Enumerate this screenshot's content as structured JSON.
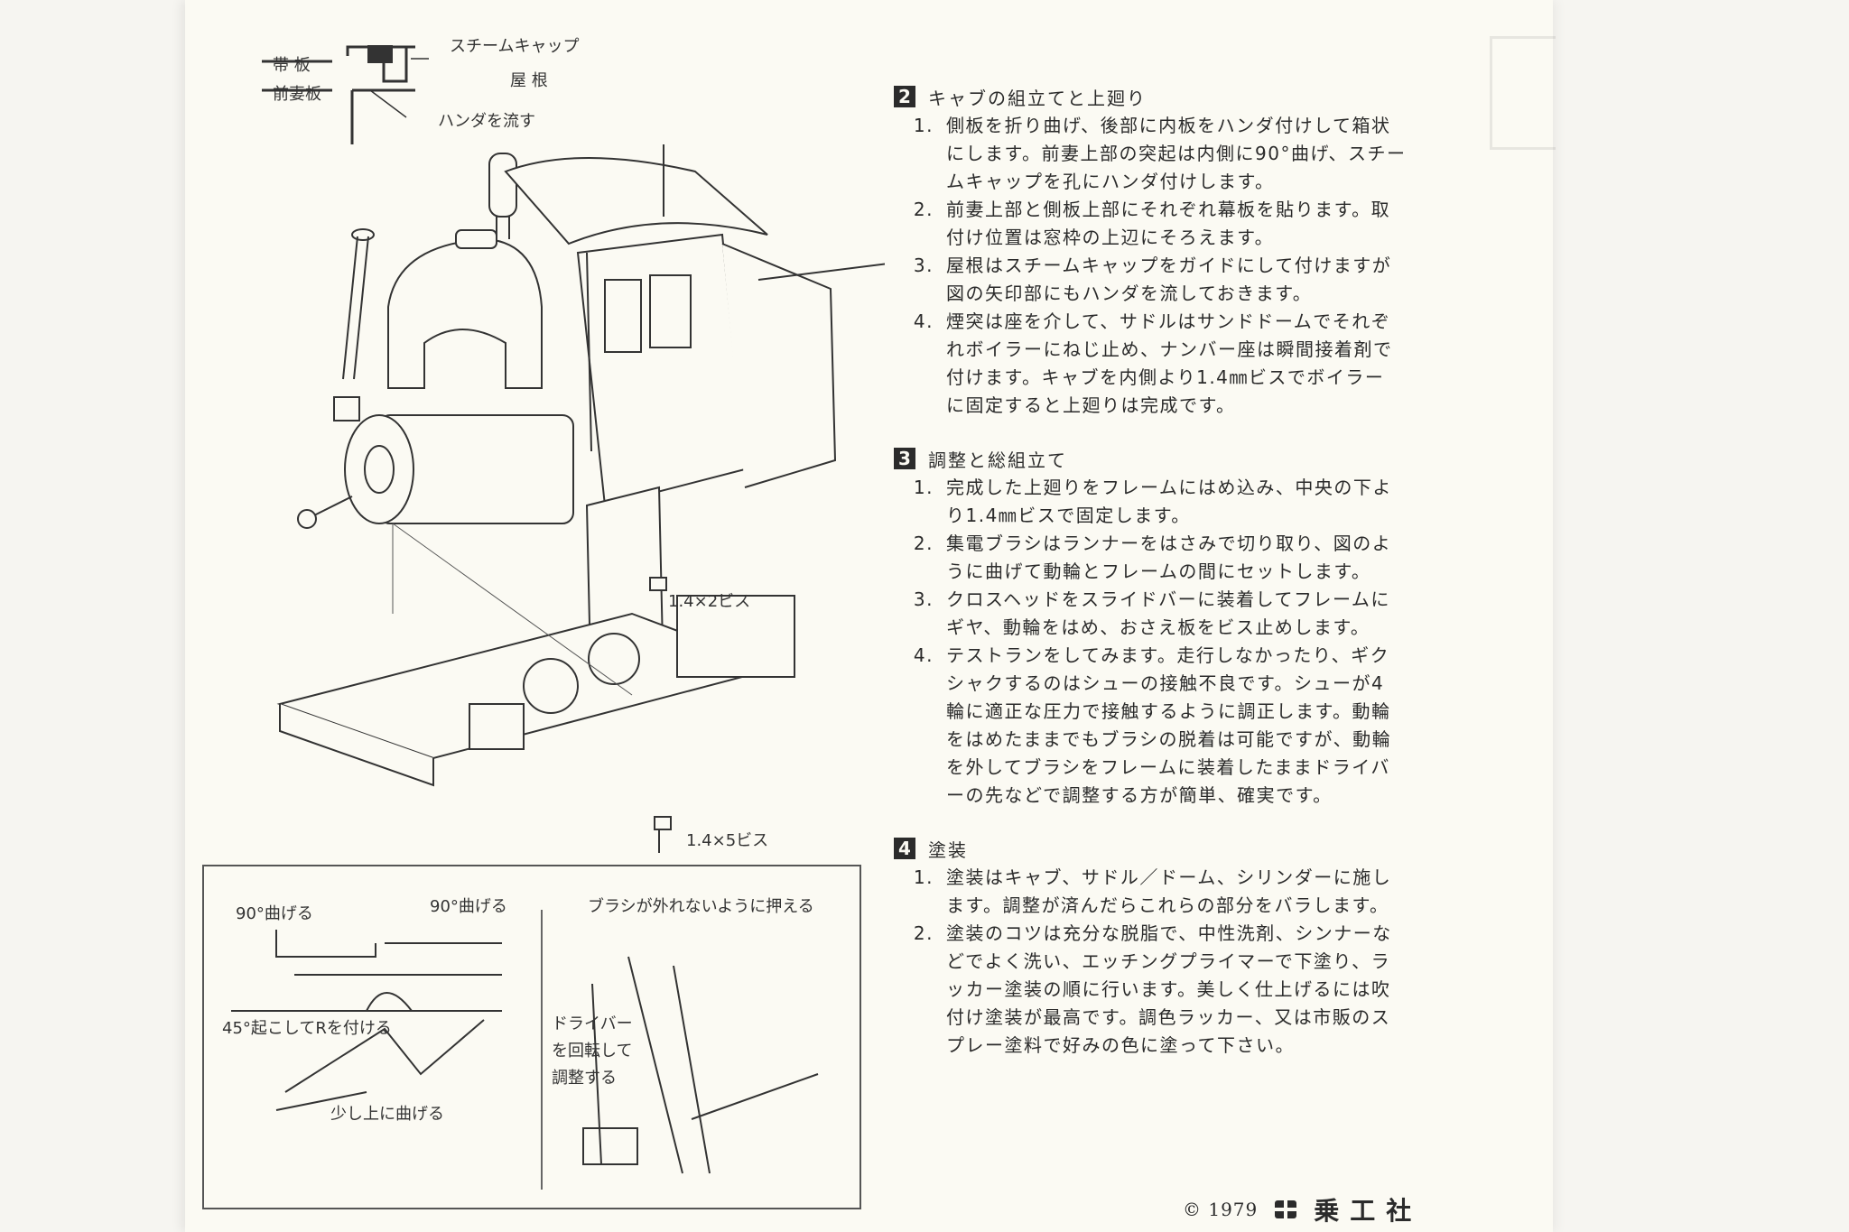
{
  "diagram": {
    "labels": {
      "steam_cap": "スチームキャップ",
      "obi_ita": "帯 板",
      "yane": "屋 根",
      "mae_tsuma": "前妻板",
      "handa": "ハンダを流す",
      "screw_2": "1.4×2ビス",
      "screw_5": "1.4×5ビス"
    },
    "inset": {
      "bend_90_left": "90°曲げる",
      "bend_90_right": "90°曲げる",
      "bend_45": "45°起こしてRを付ける",
      "bend_up": "少し上に曲げる",
      "brush_note": "ブラシが外れないように押える",
      "driver_1": "ドライバー",
      "driver_2": "を回転して",
      "driver_3": "調整する"
    }
  },
  "sections": [
    {
      "num": "2",
      "title": "キャブの組立てと上廻り",
      "items": [
        {
          "n": "1.",
          "lines": [
            "側板を折り曲げ、後部に内板をハンダ付けして箱状",
            "にします。前妻上部の突起は内側に90°曲げ、スチー",
            "ムキャップを孔にハンダ付けします。"
          ]
        },
        {
          "n": "2.",
          "lines": [
            "前妻上部と側板上部にそれぞれ幕板を貼ります。取",
            "付け位置は窓枠の上辺にそろえます。"
          ]
        },
        {
          "n": "3.",
          "lines": [
            "屋根はスチームキャップをガイドにして付けますが",
            "図の矢印部にもハンダを流しておきます。"
          ]
        },
        {
          "n": "4.",
          "lines": [
            "煙突は座を介して、サドルはサンドドームでそれぞ",
            "れボイラーにねじ止め、ナンバー座は瞬間接着剤で",
            "付けます。キャブを内側より1.4㎜ビスでボイラー",
            "に固定すると上廻りは完成です。"
          ]
        }
      ]
    },
    {
      "num": "3",
      "title": "調整と総組立て",
      "items": [
        {
          "n": "1.",
          "lines": [
            "完成した上廻りをフレームにはめ込み、中央の下よ",
            "り1.4㎜ビスで固定します。"
          ]
        },
        {
          "n": "2.",
          "lines": [
            "集電ブラシはランナーをはさみで切り取り、図のよ",
            "うに曲げて動輪とフレームの間にセットします。"
          ]
        },
        {
          "n": "3.",
          "lines": [
            "クロスヘッドをスライドバーに装着してフレームに",
            "ギヤ、動輪をはめ、おさえ板をビス止めします。"
          ]
        },
        {
          "n": "4.",
          "lines": [
            "テストランをしてみます。走行しなかったり、ギク",
            "シャクするのはシューの接触不良です。シューが4",
            "輪に適正な圧力で接触するように調正します。動輪",
            "をはめたままでもブラシの脱着は可能ですが、動輪",
            "を外してブラシをフレームに装着したままドライバ",
            "ーの先などで調整する方が簡単、確実です。"
          ]
        }
      ]
    },
    {
      "num": "4",
      "title": "塗装",
      "items": [
        {
          "n": "1.",
          "lines": [
            "塗装はキャブ、サドル／ドーム、シリンダーに施し",
            "ます。調整が済んだらこれらの部分をバラします。"
          ]
        },
        {
          "n": "2.",
          "lines": [
            "塗装のコツは充分な脱脂で、中性洗剤、シンナーな",
            "どでよく洗い、エッチングプライマーで下塗り、ラ",
            "ッカー塗装の順に行います。美しく仕上げるには吹",
            "付け塗装が最高です。調色ラッカー、又は市販のス",
            "プレー塗料で好みの色に塗って下さい。"
          ]
        }
      ]
    }
  ],
  "footer": {
    "copyright": "© 1979",
    "company": "乗工社"
  }
}
